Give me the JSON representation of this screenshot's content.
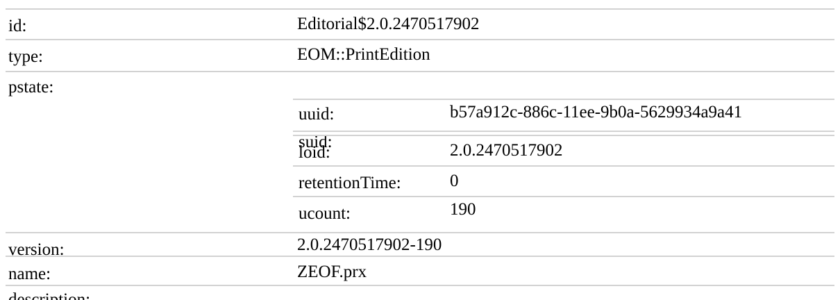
{
  "record": {
    "rows": [
      {
        "key": "id:",
        "value": "Editorial$2.0.2470517902"
      },
      {
        "key": "type:",
        "value": "EOM::PrintEdition"
      },
      {
        "key": "pstate:",
        "value": ""
      },
      {
        "key": "version:",
        "value": "2.0.2470517902-190"
      },
      {
        "key": "name:",
        "value": "ZEOF.prx"
      },
      {
        "key": "description:",
        "value": ""
      }
    ],
    "pstate": [
      {
        "key": "uuid:",
        "value": "b57a912c-886c-11ee-9b0a-5629934a9a41"
      },
      {
        "key": "suid:",
        "value": ""
      },
      {
        "key": "loid:",
        "value": "2.0.2470517902"
      },
      {
        "key": "retentionTime:",
        "value": "0"
      },
      {
        "key": "ucount:",
        "value": "190"
      }
    ]
  },
  "colors": {
    "border": "#d2d2d2",
    "text": "#000000",
    "background": "#ffffff"
  }
}
